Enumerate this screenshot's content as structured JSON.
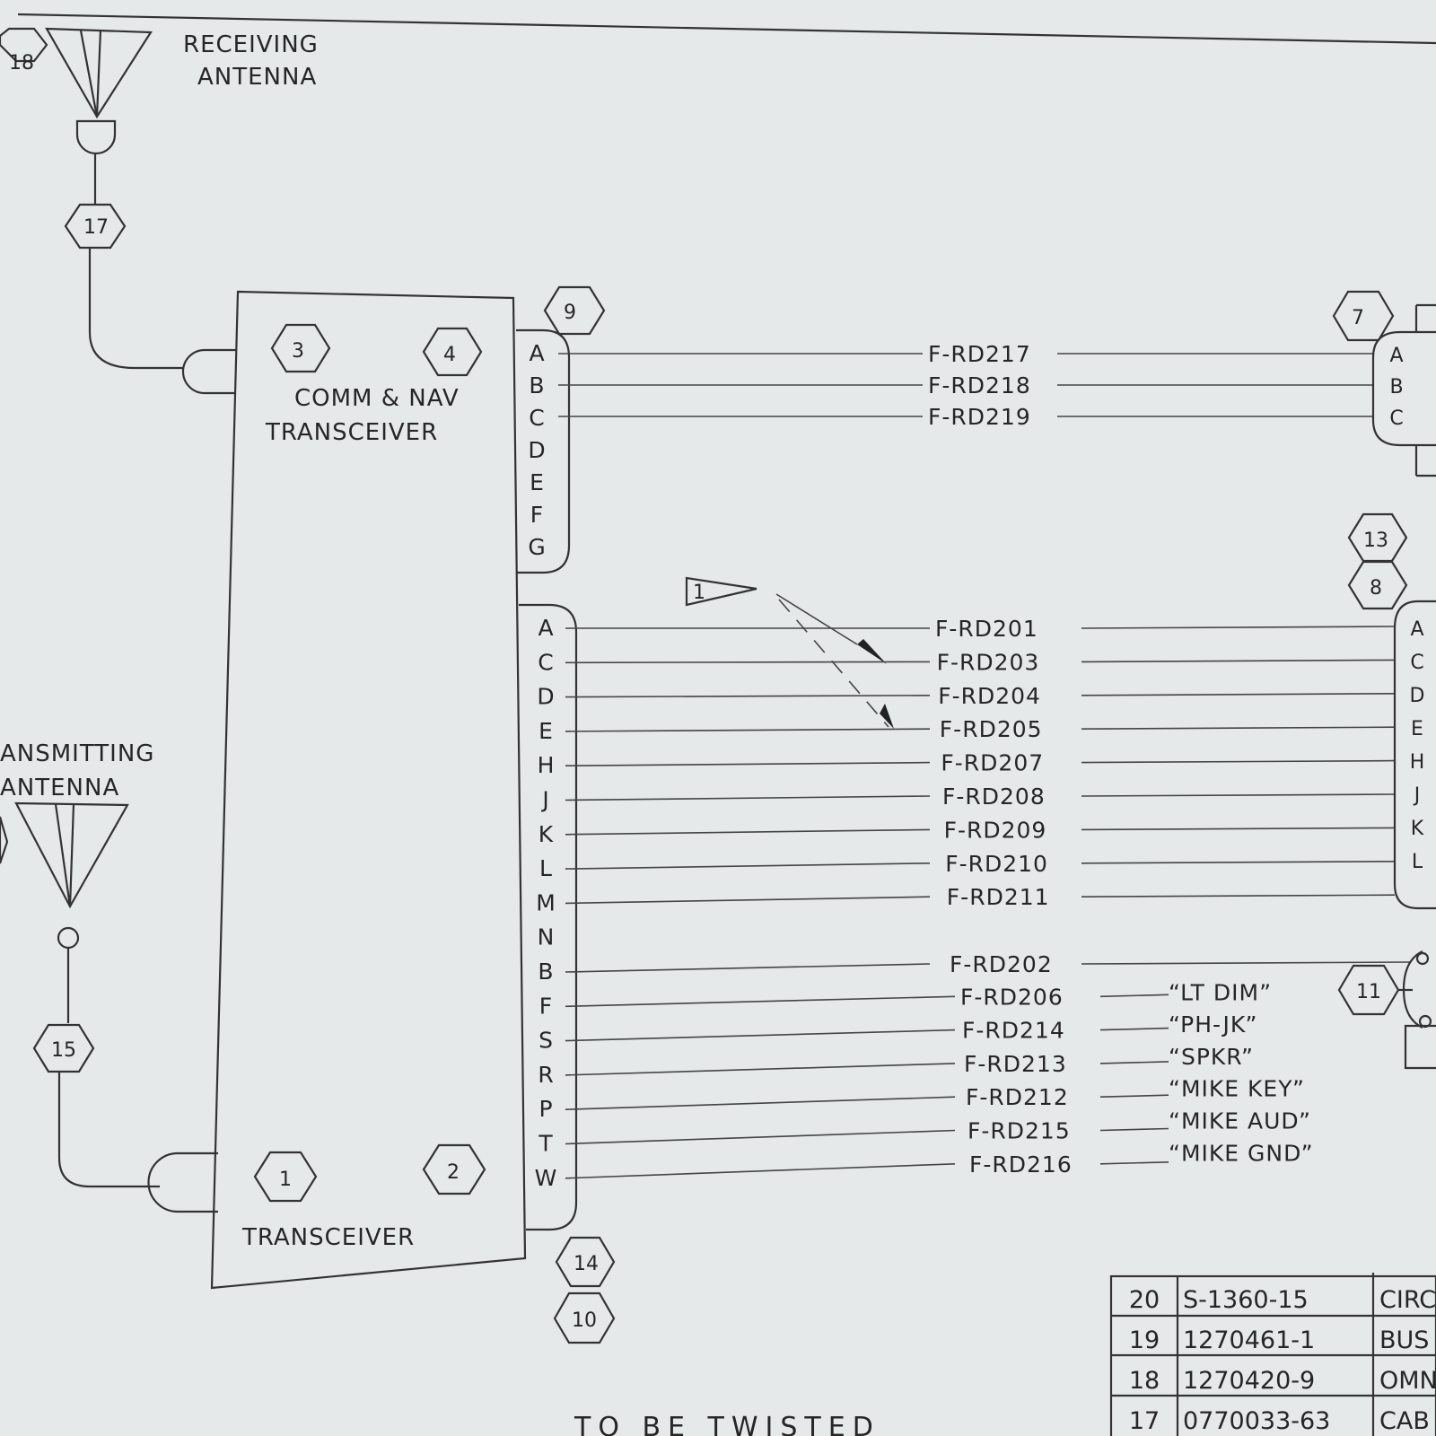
{
  "top_rule": true,
  "receiving_antenna": {
    "label_line1": "RECEIVING",
    "label_line2": "ANTENNA",
    "callout_symbol": "18",
    "feed_callout": "17"
  },
  "transmitting_antenna": {
    "label_line1": "ANSMITTING",
    "label_line2": "ANTENNA",
    "feed_callout": "15"
  },
  "comm_nav_unit": {
    "label_line1": "COMM & NAV",
    "label_line2": "TRANSCEIVER",
    "callout_left": "3",
    "callout_right": "4"
  },
  "transceiver_unit": {
    "label": "TRANSCEIVER",
    "callout_left": "1",
    "callout_right": "2"
  },
  "connector_upper": {
    "callout": "9",
    "pins": [
      "A",
      "B",
      "C",
      "D",
      "E",
      "F",
      "G"
    ]
  },
  "connector_lower": {
    "callout_bottom_1": "14",
    "callout_bottom_2": "10",
    "pins": [
      "A",
      "C",
      "D",
      "E",
      "H",
      "J",
      "K",
      "L",
      "M",
      "N",
      "B",
      "F",
      "S",
      "R",
      "P",
      "T",
      "W"
    ]
  },
  "note_flag": "1",
  "wires_upper": [
    {
      "pin": "A",
      "id": "F-RD217",
      "dest_pin": "A"
    },
    {
      "pin": "B",
      "id": "F-RD218",
      "dest_pin": "B"
    },
    {
      "pin": "C",
      "id": "F-RD219",
      "dest_pin": "C"
    }
  ],
  "wires_lower": [
    {
      "pin": "A",
      "id": "F-RD201",
      "dest_pin": "A"
    },
    {
      "pin": "C",
      "id": "F-RD203",
      "dest_pin": "C"
    },
    {
      "pin": "D",
      "id": "F-RD204",
      "dest_pin": "D"
    },
    {
      "pin": "E",
      "id": "F-RD205",
      "dest_pin": "E"
    },
    {
      "pin": "H",
      "id": "F-RD207",
      "dest_pin": "H"
    },
    {
      "pin": "J",
      "id": "F-RD208",
      "dest_pin": "J"
    },
    {
      "pin": "K",
      "id": "F-RD209",
      "dest_pin": "K"
    },
    {
      "pin": "L",
      "id": "F-RD210",
      "dest_pin": "L"
    },
    {
      "pin": "M",
      "id": "F-RD211",
      "dest_pin": ""
    },
    {
      "pin": "B",
      "id": "F-RD202",
      "dest_pin": ""
    }
  ],
  "wires_labeled": [
    {
      "pin": "F",
      "id": "F-RD206",
      "label": "“LT DIM”"
    },
    {
      "pin": "S",
      "id": "F-RD214",
      "label": "“PH-JK”"
    },
    {
      "pin": "R",
      "id": "F-RD213",
      "label": "“SPKR”"
    },
    {
      "pin": "P",
      "id": "F-RD212",
      "label": "“MIKE KEY”"
    },
    {
      "pin": "T",
      "id": "F-RD215",
      "label": "“MIKE AUD”"
    },
    {
      "pin": "W",
      "id": "F-RD216",
      "label": "“MIKE GND”"
    }
  ],
  "right_callouts": {
    "upper_connector": "7",
    "lower_connector_1": "13",
    "lower_connector_2": "8",
    "side_item": "11"
  },
  "parts_table": [
    {
      "item": "20",
      "part": "S-1360-15",
      "desc": "CIRC"
    },
    {
      "item": "19",
      "part": "1270461-1",
      "desc": "BUS"
    },
    {
      "item": "18",
      "part": "1270420-9",
      "desc": "OMN"
    },
    {
      "item": "17",
      "part": "0770033-63",
      "desc": "CAB"
    }
  ],
  "bottom_note": "TO BE TWISTED"
}
